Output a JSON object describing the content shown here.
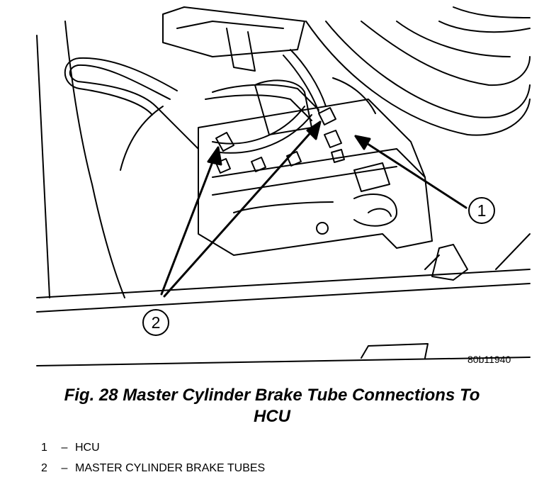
{
  "figure": {
    "id": "80b11940",
    "caption_line1": "Fig. 28 Master Cylinder Brake Tube Connections To",
    "caption_line2": "HCU",
    "callouts": [
      {
        "number": "1"
      },
      {
        "number": "2"
      }
    ]
  },
  "legend": {
    "dash": "–",
    "items": [
      {
        "number": "1",
        "label": "HCU"
      },
      {
        "number": "2",
        "label": "MASTER CYLINDER BRAKE TUBES"
      }
    ]
  },
  "colors": {
    "ink": "#000000",
    "paper": "#ffffff"
  }
}
